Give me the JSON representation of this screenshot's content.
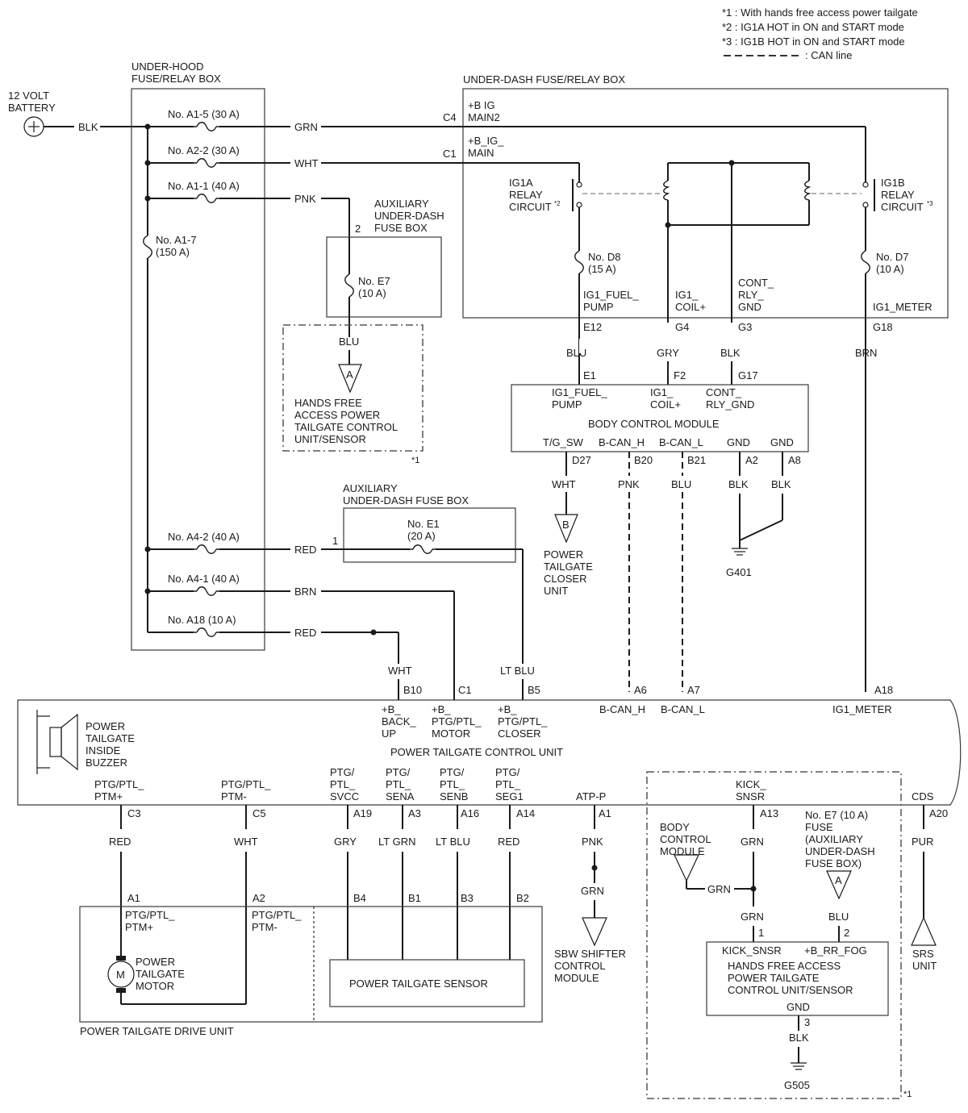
{
  "legend": {
    "note1": "*1 : With hands free access power tailgate",
    "note2": "*2 : IG1A HOT in ON and START mode",
    "note3": "*3 : IG1B HOT in ON and START mode",
    "can": ": CAN line"
  },
  "battery": {
    "l1": "12 VOLT",
    "l2": "BATTERY",
    "wire": "BLK"
  },
  "underhood": {
    "l1": "UNDER-HOOD",
    "l2": "FUSE/RELAY BOX",
    "fuses": {
      "a15": "No. A1-5 (30 A)",
      "a22": "No. A2-2 (30 A)",
      "a11": "No. A1-1 (40 A)",
      "a17a": "No. A1-7",
      "a17b": "(150 A)",
      "a42": "No. A4-2 (40 A)",
      "a41": "No. A4-1 (40 A)",
      "a18": "No. A18 (10 A)"
    },
    "wires": {
      "grn": "GRN",
      "wht": "WHT",
      "pnk": "PNK",
      "red1": "RED",
      "brn": "BRN",
      "red2": "RED"
    }
  },
  "underdash": {
    "title": "UNDER-DASH FUSE/RELAY BOX",
    "c4": "C4",
    "c4a": "+B IG",
    "c4b": "MAIN2",
    "c1": "C1",
    "c1a": "+B_IG_",
    "c1b": "MAIN",
    "ig1a": [
      "IG1A",
      "RELAY",
      "CIRCUIT"
    ],
    "star2": "*2",
    "ig1b": [
      "IG1B",
      "RELAY",
      "CIRCUIT"
    ],
    "star3": "*3",
    "d8a": "No. D8",
    "d8b": "(15 A)",
    "d7a": "No. D7",
    "d7b": "(10 A)",
    "pinFuel": [
      "IG1_FUEL_",
      "PUMP"
    ],
    "pinCoil": [
      "IG1_",
      "COIL+"
    ],
    "pinCont": [
      "CONT_",
      "RLY_",
      "GND"
    ],
    "pinMeter": "IG1_METER",
    "e12": "E12",
    "g4": "G4",
    "g3": "G3",
    "g18": "G18"
  },
  "aux1": {
    "title": [
      "AUXILIARY",
      "UNDER-DASH",
      "FUSE BOX"
    ],
    "pin": "2",
    "fa": "No. E7",
    "fb": "(10 A)",
    "wire": "BLU",
    "conn": "A",
    "dest": [
      "HANDS FREE",
      "ACCESS POWER",
      "TAILGATE CONTROL",
      "UNIT/SENSOR"
    ],
    "star": "*1"
  },
  "bcm": {
    "title": "BODY CONTROL MODULE",
    "wires": {
      "blu": "BLU",
      "gry": "GRY",
      "blk": "BLK",
      "brn": "BRN"
    },
    "e1": "E1",
    "f2": "F2",
    "g17": "G17",
    "pFuel": [
      "IG1_FUEL_",
      "PUMP"
    ],
    "pCoil": [
      "IG1_",
      "COIL+"
    ],
    "pCont": "CONT_",
    "pCont2": "RLY_GND",
    "bot": [
      "T/G_SW",
      "B-CAN_H",
      "B-CAN_L",
      "GND",
      "GND"
    ],
    "botPins": [
      "D27",
      "B20",
      "B21",
      "A2",
      "A8"
    ],
    "botWires": [
      "WHT",
      "PNK",
      "BLU",
      "BLK",
      "BLK"
    ],
    "conn": "B",
    "closer": [
      "POWER",
      "TAILGATE",
      "CLOSER",
      "UNIT"
    ],
    "ground": "G401"
  },
  "aux2": {
    "title": [
      "AUXILIARY",
      "UNDER-DASH FUSE BOX"
    ],
    "fa": "No. E1",
    "fb": "(20 A)",
    "pin": "1"
  },
  "ptcu": {
    "title": "POWER TAILGATE CONTROL UNIT",
    "buzzer": [
      "POWER",
      "TAILGATE",
      "INSIDE",
      "BUZZER"
    ],
    "topWires": [
      "WHT",
      "LT BLU"
    ],
    "topPins": [
      "B10",
      "C1",
      "B5",
      "A6",
      "A7",
      "A18"
    ],
    "pBackup": [
      "+B_",
      "BACK_",
      "UP"
    ],
    "pMotor": [
      "+B_",
      "PTG/PTL_",
      "MOTOR"
    ],
    "pCloser": [
      "+B_",
      "PTG/PTL_",
      "CLOSER"
    ],
    "pCanH": "B-CAN_H",
    "pCanL": "B-CAN_L",
    "pMeter": "IG1_METER",
    "bot": {
      "ptm1": [
        "PTG/PTL_",
        "PTM+"
      ],
      "ptm2": [
        "PTG/PTL_",
        "PTM-"
      ],
      "svcc": [
        "PTG/",
        "PTL_",
        "SVCC"
      ],
      "sena": [
        "PTG/",
        "PTL_",
        "SENA"
      ],
      "senb": [
        "PTG/",
        "PTL_",
        "SENB"
      ],
      "seg1": [
        "PTG/",
        "PTL_",
        "SEG1"
      ],
      "atp": "ATP-P",
      "kick": [
        "KICK_",
        "SNSR"
      ],
      "cds": "CDS"
    },
    "botPins": [
      "C3",
      "C5",
      "A19",
      "A3",
      "A16",
      "A14",
      "A1",
      "A13",
      "A20"
    ],
    "botWires": [
      "RED",
      "WHT",
      "GRY",
      "LT GRN",
      "LT BLU",
      "RED",
      "PNK",
      "GRN",
      "PUR"
    ]
  },
  "drive": {
    "title": "POWER TAILGATE DRIVE UNIT",
    "a1": "A1",
    "a2": "A2",
    "p1": [
      "PTG/PTL_",
      "PTM+"
    ],
    "p2": [
      "PTG/PTL_",
      "PTM-"
    ],
    "m": "M",
    "motor": [
      "POWER",
      "TAILGATE",
      "MOTOR"
    ],
    "sensor": "POWER TAILGATE SENSOR",
    "sensorPins": [
      "B4",
      "B1",
      "B3",
      "B2"
    ]
  },
  "sbw": {
    "wire": "GRN",
    "label": [
      "SBW SHIFTER",
      "CONTROL",
      "MODULE"
    ]
  },
  "hands": {
    "bcm": [
      "BODY",
      "CONTROL",
      "MODULE"
    ],
    "grnSide": "GRN",
    "grnDown": "GRN",
    "pin1": "1",
    "pin2": "2",
    "pin3": "3",
    "fuse": [
      "No. E7 (10 A)",
      "FUSE",
      "(AUXILIARY",
      "UNDER-DASH",
      "FUSE BOX)"
    ],
    "conn": "A",
    "blu": "BLU",
    "kickPin": "KICK_SNSR",
    "rrfog": "+B_RR_FOG",
    "title": [
      "HANDS FREE ACCESS",
      "POWER TAILGATE",
      "CONTROL UNIT/SENSOR"
    ],
    "gnd": "GND",
    "blk": "BLK",
    "ground": "G505",
    "star": "*1"
  },
  "srs": {
    "label": [
      "SRS",
      "UNIT"
    ]
  }
}
